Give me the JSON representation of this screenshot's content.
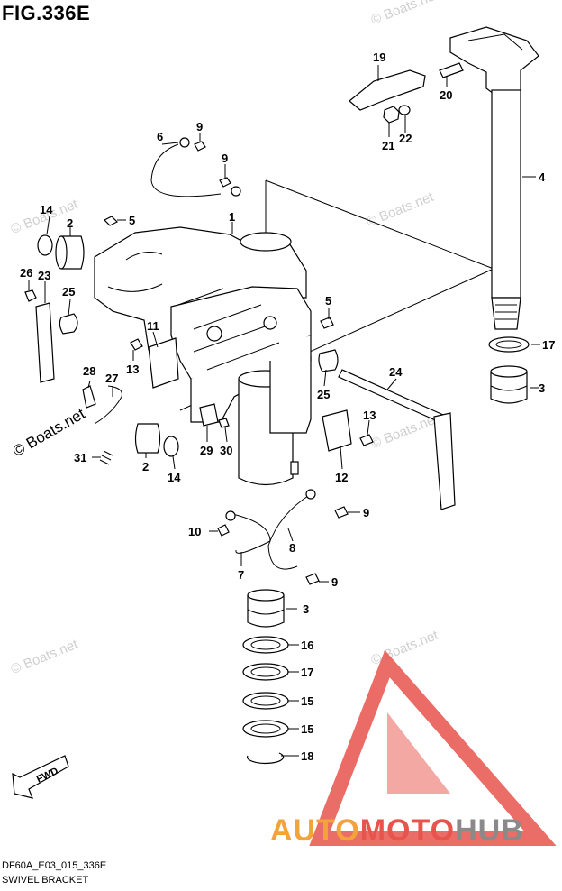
{
  "figure": {
    "title": "FIG.336E"
  },
  "footer": {
    "code": "DF60A_E03_015_336E",
    "name": "SWIVEL BRACKET"
  },
  "watermark": {
    "text": "© Boats.net"
  },
  "brand": {
    "part1": "AUTO",
    "part2": "MOTO",
    "part3": "HUB",
    "color_red": "#e8534c",
    "color_orange": "#f2a33a",
    "color_gray": "#8a8a8a"
  },
  "direction_marker": {
    "label": "FWD"
  },
  "callouts": [
    "1",
    "2",
    "2",
    "3",
    "3",
    "4",
    "5",
    "5",
    "6",
    "7",
    "8",
    "9",
    "9",
    "9",
    "9",
    "10",
    "11",
    "12",
    "13",
    "13",
    "14",
    "14",
    "15",
    "15",
    "16",
    "17",
    "17",
    "18",
    "19",
    "20",
    "21",
    "22",
    "23",
    "24",
    "25",
    "25",
    "26",
    "27",
    "28",
    "29",
    "30",
    "31"
  ]
}
